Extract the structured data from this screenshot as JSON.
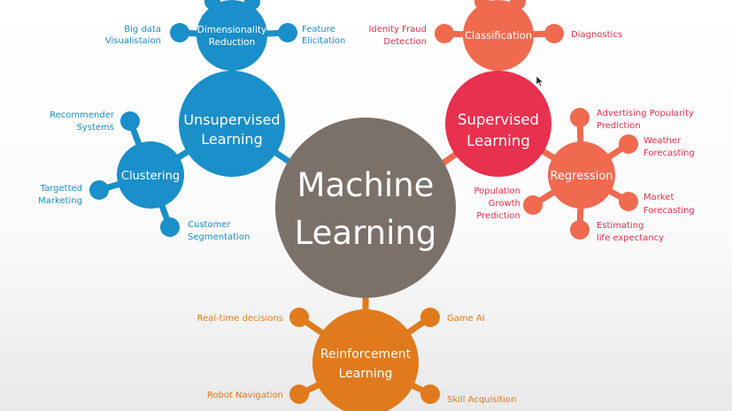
{
  "center": {
    "line1": "Machine",
    "line2": "Learning",
    "color": "#7b7169"
  },
  "unsupervised": {
    "line1": "Unsupervised",
    "line2": "Learning",
    "color": "#1a8fc9",
    "dimensionality": {
      "line1": "Dimensionality",
      "line2": "Reduction"
    },
    "clustering": {
      "label": "Clustering"
    },
    "leaves": {
      "big_data_1": "Big data",
      "big_data_2": "Visualistaion",
      "feature_1": "Feature",
      "feature_2": "Elicitation",
      "recommender_1": "Recommender",
      "recommender_2": "Systems",
      "targetted_1": "Targetted",
      "targetted_2": "Marketing",
      "customer_1": "Customer",
      "customer_2": "Segmentation"
    }
  },
  "supervised": {
    "line1": "Supervised",
    "line2": "Learning",
    "color": "#e8304f",
    "classification": {
      "label": "Classification"
    },
    "regression": {
      "label": "Regression"
    },
    "leaves": {
      "fraud_1": "Idenity Fraud",
      "fraud_2": "Detection",
      "diagnostics": "Diagnostics",
      "advertising_1": "Advertising Popularity",
      "advertising_2": "Prediction",
      "weather_1": "Weather",
      "weather_2": "Forecasting",
      "market_1": "Market",
      "market_2": "Forecasting",
      "life_1": "Estimating",
      "life_2": "life expectancy",
      "population_1": "Population",
      "population_2": "Growth",
      "population_3": "Prediction"
    },
    "sub_color": "#f06a50"
  },
  "reinforcement": {
    "line1": "Reinforcement",
    "line2": "Learning",
    "color": "#e07a1c",
    "leaves": {
      "realtime": "Real-time decisions",
      "game_ai": "Game AI",
      "robot": "Robot Navigation",
      "skill": "Skill Acquisition"
    }
  }
}
